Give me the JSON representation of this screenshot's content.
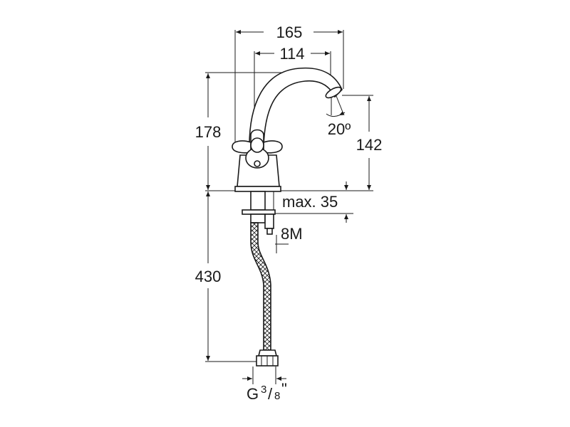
{
  "dimensions": {
    "overall_width": "165",
    "spout_reach": "114",
    "angle": "20º",
    "height_total": "178",
    "spout_height": "142",
    "max_thickness": "max. 35",
    "thread": "8M",
    "hose_length": "430",
    "connection_main": "G",
    "connection_num": "3",
    "connection_den": "8",
    "connection_unit": "\""
  }
}
